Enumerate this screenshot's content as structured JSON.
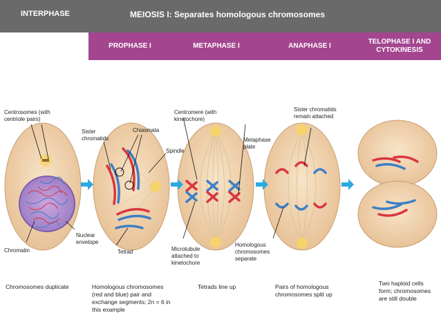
{
  "header": {
    "interphase": "INTERPHASE",
    "meiosis": "MEIOSIS I: Separates homologous chromosomes"
  },
  "phases": {
    "prophase": "PROPHASE I",
    "metaphase": "METAPHASE I",
    "anaphase": "ANAPHASE I",
    "telophase": "TELOPHASE I AND CYTOKINESIS"
  },
  "labels": {
    "centrosomes": "Centrosomes (with centriole pairs)",
    "chromatin": "Chromatin",
    "nuclear_envelope": "Nuclear envelope",
    "sister_chromatids": "Sister chromatids",
    "chiasmata": "Chiasmata",
    "spindle": "Spindle",
    "tetrad": "Tetrad",
    "centromere": "Centromere (with kinetochore)",
    "metaphase_plate": "Metaphase plate",
    "microtubule": "Microtubule attached to kinetochore",
    "sister_attached": "Sister chromatids remain attached",
    "homologous_separate": "Homologous chromosomes separate"
  },
  "captions": {
    "interphase": "Chromosomes duplicate",
    "prophase": "Homologous chromosomes (red and blue) pair and exchange segments; 2n = 6 in this example",
    "metaphase": "Tetrads line up",
    "anaphase": "Pairs of homologous chromosomes split up",
    "telophase": "Two haploid cells form; chromosomes are still double"
  },
  "colors": {
    "header_gray": "#6a6a6a",
    "phase_purple": "#a3468f",
    "cell_fill": "#f1d3b0",
    "arrow": "#2aa9e0",
    "maternal_red": "#d9363e",
    "paternal_blue": "#3d7fc6"
  }
}
